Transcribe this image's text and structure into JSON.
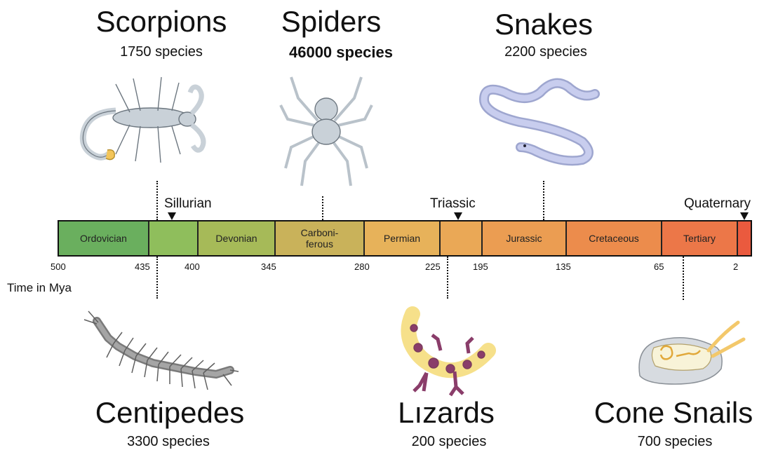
{
  "top_animals": [
    {
      "name": "Scorpions",
      "count": "1750 species",
      "bold": false
    },
    {
      "name": "Spiders",
      "count": "46000 species",
      "bold": true
    },
    {
      "name": "Snakes",
      "count": "2200 species",
      "bold": false
    }
  ],
  "bottom_animals": [
    {
      "name": "Centipedes",
      "count": "3300 species"
    },
    {
      "name": "Lızards",
      "count": "200 species"
    },
    {
      "name": "Cone Snails",
      "count": "700 species"
    }
  ],
  "periods": [
    {
      "label": "Ordovician",
      "color": "#6aaf5e"
    },
    {
      "label": "",
      "color": "#8fbe5c"
    },
    {
      "label": "Devonian",
      "color": "#a6ba58"
    },
    {
      "label": "Carboni-\nferous",
      "color": "#c9b25a"
    },
    {
      "label": "Permian",
      "color": "#e7b25a"
    },
    {
      "label": "",
      "color": "#eaa856"
    },
    {
      "label": "Jurassic",
      "color": "#eb9d52"
    },
    {
      "label": "Cretaceous",
      "color": "#ec8c4c"
    },
    {
      "label": "Tertiary",
      "color": "#ec7748"
    },
    {
      "label": "",
      "color": "#ea5a3e"
    }
  ],
  "markers": [
    {
      "label": "Sillurian"
    },
    {
      "label": "Triassic"
    },
    {
      "label": "Quaternary"
    }
  ],
  "ticks": [
    "500",
    "435",
    "400",
    "345",
    "280",
    "225",
    "195",
    "135",
    "65",
    "2"
  ],
  "axis_label": "Time in Mya",
  "icons": [
    "scorpion-icon",
    "spider-icon",
    "snake-icon",
    "centipede-icon",
    "lizard-icon",
    "cone-snail-icon"
  ]
}
